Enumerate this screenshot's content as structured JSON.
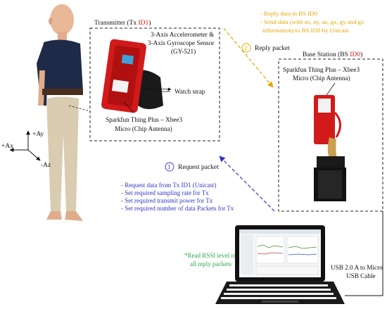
{
  "transmitter": {
    "title_prefix": "Transmitter (Tx ",
    "title_id": "ID1",
    "title_suffix": ")",
    "sensor_line1": "3-Axis Accelerometer &",
    "sensor_line2": "3-Axis Gyroscope Sensor",
    "sensor_line3": "(GY-521)",
    "strap": "Watch strap",
    "board_line1": "Sparkfun Thing Plus – Xbee3",
    "board_line2": "Micro (Chip Antenna)"
  },
  "base_station": {
    "title_prefix": "Base Station (BS ",
    "title_id": "ID0",
    "title_suffix": ")",
    "board_line1": "Sparkfun Thing Plus – Xbee3",
    "board_line2": "Micro (Chip Antenna)"
  },
  "axes": {
    "ay": "+Ay",
    "ax": "+Ax",
    "az": "-Az"
  },
  "reply": {
    "num": "2",
    "label": "Reply packet",
    "bullets": [
      "- Reply data to BS ID0",
      "- Send data (with ax, ay, az, gx, gy and gz",
      "  information) to BS ID0 by Unicast"
    ]
  },
  "request": {
    "num": "1",
    "label": "Request packet",
    "bullets": [
      "- Request data from Tx ID1 (Unicast)",
      "- Set required sampling rate for Tx",
      "- Set required transmit power for Tx",
      "- Set required number of data Packets for Tx"
    ]
  },
  "rssi": {
    "line1": "*Read RSSI level of",
    "line2": "all reply packets"
  },
  "usb": {
    "line1": "USB 2.0 A to Micro",
    "line2": "USB Cable"
  },
  "colors": {
    "request": "#3333cc",
    "reply": "#e8a400",
    "rssi": "#2aa84a",
    "id": "#e01010"
  }
}
